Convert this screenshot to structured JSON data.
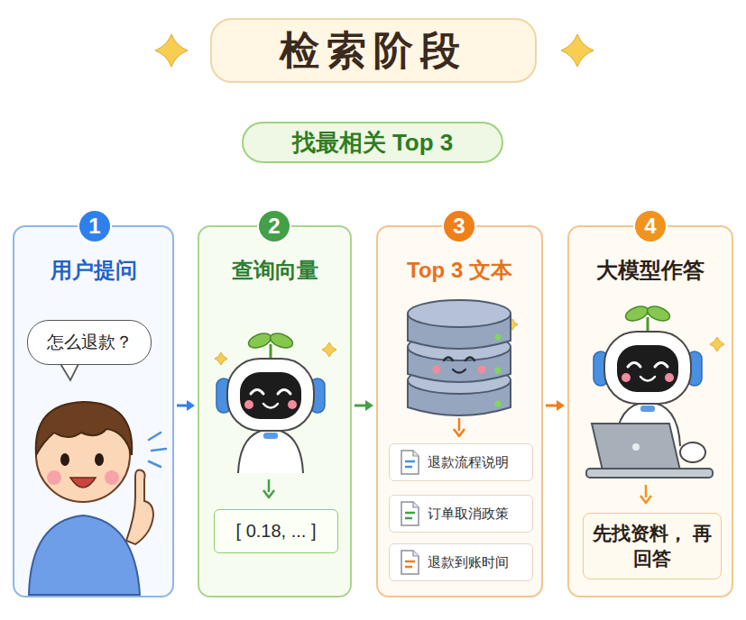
{
  "diagram": {
    "title": "检索阶段",
    "nodes": [
      {
        "text": [
          "找最相关 Top 3"
        ]
      },
      {
        "text": [
          "用户提问"
        ]
      },
      {
        "text": [
          "1"
        ],
        "in": 1
      },
      {
        "text": [
          "怎么退款？"
        ],
        "in": 1
      },
      {
        "text": [
          "查询向量"
        ]
      },
      {
        "text": [
          "2"
        ],
        "in": 4
      },
      {
        "text": [
          "[ 0.18, ... ]"
        ],
        "in": 4
      },
      {
        "text": [
          "Top 3 文本"
        ]
      },
      {
        "text": [
          "3"
        ],
        "in": 7
      },
      {
        "text": [
          "退款流程说明"
        ],
        "in": 7
      },
      {
        "text": [
          "订单取消政策"
        ],
        "in": 7
      },
      {
        "text": [
          "退款到账时间"
        ],
        "in": 7
      },
      {
        "text": [
          "大模型作答"
        ]
      },
      {
        "text": [
          "4"
        ],
        "in": 12
      },
      {
        "text": [
          "先找资料， 再回答"
        ],
        "in": 12
      }
    ],
    "edges": [
      {
        "from": 1,
        "to": 4,
        "arrow": "to"
      },
      {
        "from": 4,
        "to": 7,
        "arrow": "to"
      },
      {
        "from": 7,
        "to": 12,
        "arrow": "to"
      }
    ]
  }
}
